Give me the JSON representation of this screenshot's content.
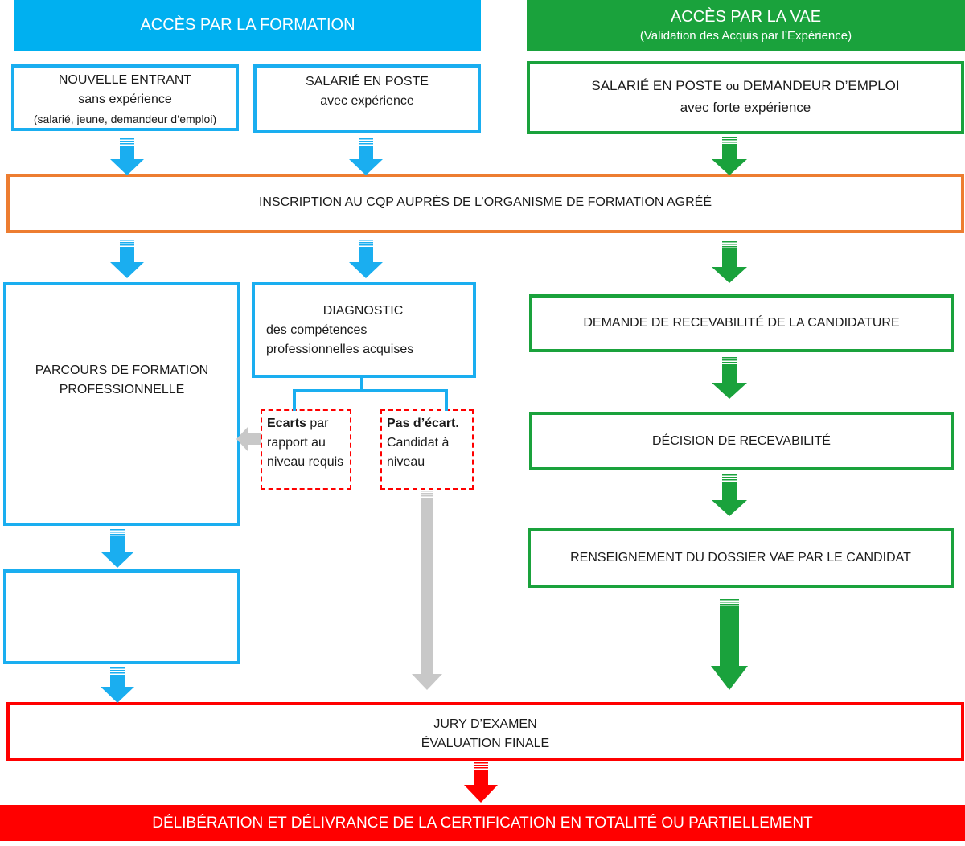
{
  "formation": {
    "title": "ACCÈS PAR LA FORMATION",
    "entrant": {
      "line1": "NOUVELLE ENTRANT",
      "line2": "sans expérience",
      "line3": "(salarié, jeune, demandeur d’emploi)"
    },
    "salarie": {
      "line1": "SALARIÉ EN POSTE",
      "line2": "avec expérience"
    },
    "parcours": {
      "line1": "PARCOURS DE FORMATION",
      "line2": "PROFESSIONNELLE"
    },
    "diagnostic": {
      "line1": "DIAGNOSTIC",
      "line2": "des compétences",
      "line3": "professionnelles acquises"
    },
    "ecarts": {
      "bold": "Ecarts",
      "rest": " par rapport au niveau requis"
    },
    "pas_ecart": {
      "bold": "Pas d’écart.",
      "rest": " Candidat à niveau"
    }
  },
  "vae": {
    "title": "ACCÈS PAR LA VAE",
    "subtitle": "(Validation des Acquis par l’Expérience)",
    "salarie": {
      "line1_a": "SALARIÉ EN POSTE ",
      "line1_b": "ou",
      "line1_c": " DEMANDEUR D’EMPLOI",
      "line2": "avec forte expérience"
    },
    "demande": "DEMANDE DE RECEVABILITÉ DE LA CANDIDATURE",
    "decision": "DÉCISION DE RECEVABILITÉ",
    "dossier": "RENSEIGNEMENT DU DOSSIER VAE PAR LE CANDIDAT"
  },
  "inscription": "INSCRIPTION AU CQP AUPRÈS DE L’ORGANISME DE FORMATION AGRÉÉ",
  "jury": {
    "line1": "JURY D’EXAMEN",
    "line2": "ÉVALUATION FINALE"
  },
  "deliberation": "DÉLIBÉRATION ET DÉLIVRANCE DE LA CERTIFICATION EN TOTALITÉ OU PARTIELLEMENT",
  "colors": {
    "blue": "#1aaef0",
    "green": "#1aa23c",
    "orange": "#ed7d31",
    "red": "#ff0000",
    "grey": "#c8c8c8"
  }
}
